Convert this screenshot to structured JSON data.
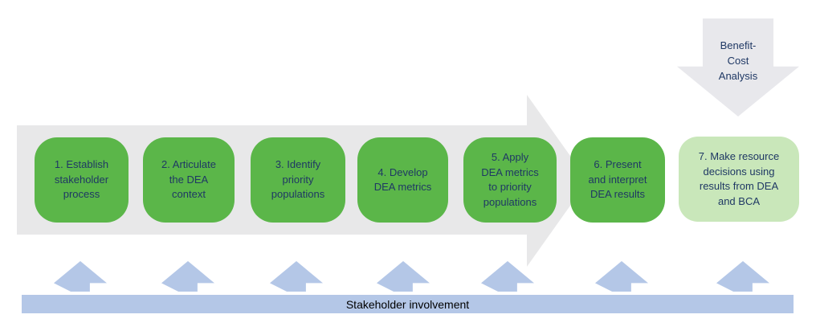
{
  "diagram": {
    "title_hint": "DEA process flow",
    "steps": [
      {
        "label": "1. Establish\nstakeholder\nprocess"
      },
      {
        "label": "2. Articulate\nthe DEA\ncontext"
      },
      {
        "label": "3. Identify\npriority\npopulations"
      },
      {
        "label": "4. Develop\nDEA metrics"
      },
      {
        "label": "5. Apply\nDEA metrics\nto priority\npopulations"
      },
      {
        "label": "6. Present\nand interpret\nDEA results"
      },
      {
        "label": "7. Make resource\ndecisions using\nresults from DEA\nand BCA"
      }
    ],
    "bca_arrow": {
      "label": "Benefit-\nCost\nAnalysis"
    },
    "stakeholder_bar": {
      "label": "Stakeholder involvement"
    },
    "colors": {
      "step_green": "#5bb649",
      "step_light_green": "#c9e7ba",
      "arrow_gray": "#e8e8e9",
      "bca_gray": "#e8e8ec",
      "blue": "#b4c7e7",
      "text_navy": "#1f3864"
    }
  }
}
